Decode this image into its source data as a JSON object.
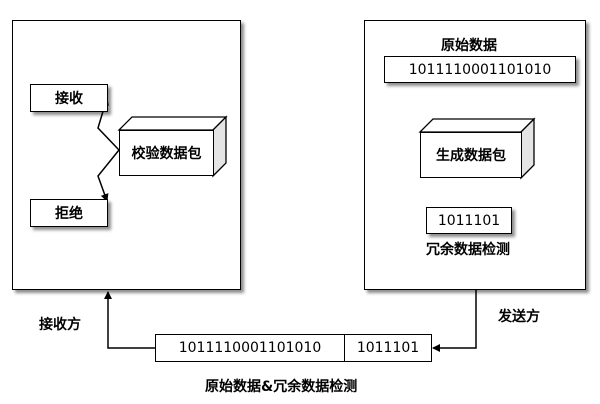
{
  "receiver": {
    "accept_label": "接收",
    "reject_label": "拒绝",
    "verify_packet_label": "校验数据包",
    "side_label": "接收方"
  },
  "sender": {
    "original_data_title": "原始数据",
    "original_data_value": "1011110001101010",
    "generate_packet_label": "生成数据包",
    "redundant_value": "1011101",
    "redundant_label": "冗余数据检测",
    "side_label": "发送方"
  },
  "packet": {
    "data_value": "1011110001101010",
    "redundant_value": "1011101",
    "caption": "原始数据&冗余数据检测"
  }
}
